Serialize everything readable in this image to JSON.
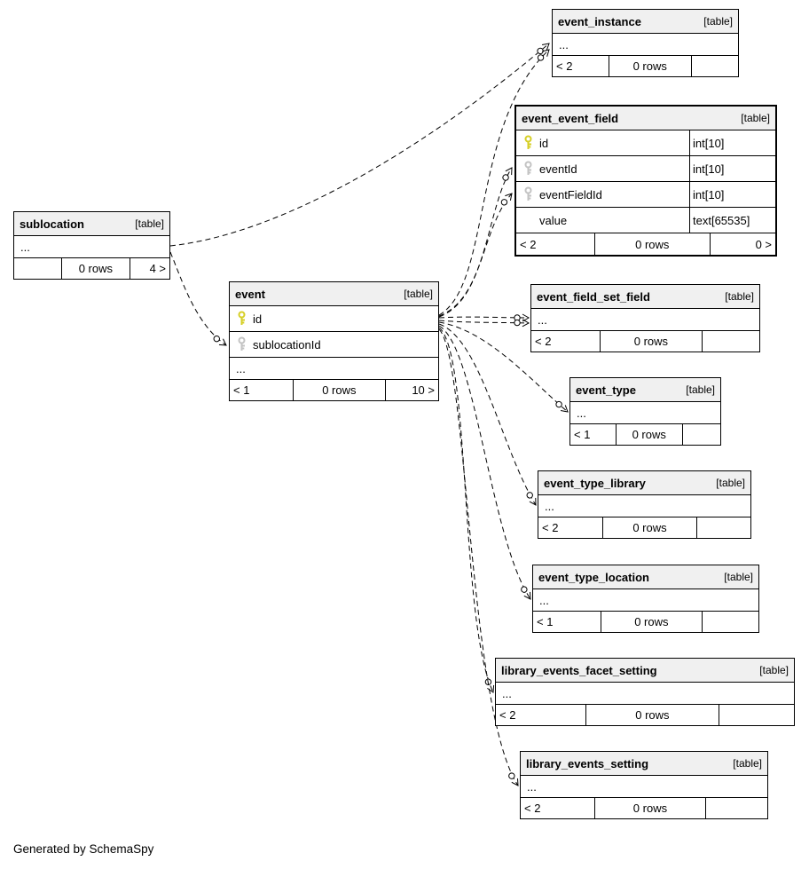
{
  "note": "Generated by SchemaSpy",
  "colors": {
    "primary_key": "#d6cf25",
    "foreign_key": "#c3c3c3",
    "header_bg": "#f0f0f0",
    "line": "#000000"
  },
  "tables": [
    {
      "name": "sublocation",
      "badge": "[table]",
      "columns": [
        {
          "name": "..."
        }
      ],
      "footer": {
        "left": "",
        "center": "0 rows",
        "right": "4 >"
      }
    },
    {
      "name": "event_instance",
      "badge": "[table]",
      "columns": [
        {
          "name": "..."
        }
      ],
      "footer": {
        "left": "< 2",
        "center": "0 rows",
        "right": ""
      }
    },
    {
      "name": "event_event_field",
      "badge": "[table]",
      "columns": [
        {
          "name": "id",
          "type": "int[10]",
          "key": "pk"
        },
        {
          "name": "eventId",
          "type": "int[10]",
          "key": "fk"
        },
        {
          "name": "eventFieldId",
          "type": "int[10]",
          "key": "fk"
        },
        {
          "name": "value",
          "type": "text[65535]",
          "key": "none"
        }
      ],
      "footer": {
        "left": "< 2",
        "center": "0 rows",
        "right": "0 >"
      }
    },
    {
      "name": "event",
      "badge": "[table]",
      "columns": [
        {
          "name": "id",
          "key": "pk"
        },
        {
          "name": "sublocationId",
          "key": "fk"
        },
        {
          "name": "..."
        }
      ],
      "footer": {
        "left": "< 1",
        "center": "0 rows",
        "right": "10 >"
      }
    },
    {
      "name": "event_field_set_field",
      "badge": "[table]",
      "columns": [
        {
          "name": "..."
        }
      ],
      "footer": {
        "left": "< 2",
        "center": "0 rows",
        "right": ""
      }
    },
    {
      "name": "event_type",
      "badge": "[table]",
      "columns": [
        {
          "name": "..."
        }
      ],
      "footer": {
        "left": "< 1",
        "center": "0 rows",
        "right": ""
      }
    },
    {
      "name": "event_type_library",
      "badge": "[table]",
      "columns": [
        {
          "name": "..."
        }
      ],
      "footer": {
        "left": "< 2",
        "center": "0 rows",
        "right": ""
      }
    },
    {
      "name": "event_type_location",
      "badge": "[table]",
      "columns": [
        {
          "name": "..."
        }
      ],
      "footer": {
        "left": "< 1",
        "center": "0 rows",
        "right": ""
      }
    },
    {
      "name": "library_events_facet_setting",
      "badge": "[table]",
      "columns": [
        {
          "name": "..."
        }
      ],
      "footer": {
        "left": "< 2",
        "center": "0 rows",
        "right": ""
      }
    },
    {
      "name": "library_events_setting",
      "badge": "[table]",
      "columns": [
        {
          "name": "..."
        }
      ],
      "footer": {
        "left": "< 2",
        "center": "0 rows",
        "right": ""
      }
    }
  ],
  "relationships": [
    {
      "from": "sublocation",
      "to": "event_instance"
    },
    {
      "from": "sublocation",
      "to": "event.sublocationId"
    },
    {
      "from": "event",
      "to": "event_instance"
    },
    {
      "from": "event",
      "to": "event_event_field.eventId"
    },
    {
      "from": "event",
      "to": "event_event_field.eventFieldId"
    },
    {
      "from": "event",
      "to": "event_field_set_field"
    },
    {
      "from": "event",
      "to": "event_field_set_field"
    },
    {
      "from": "event",
      "to": "event_type"
    },
    {
      "from": "event",
      "to": "event_type_library"
    },
    {
      "from": "event",
      "to": "event_type_location"
    },
    {
      "from": "event",
      "to": "library_events_facet_setting"
    },
    {
      "from": "event",
      "to": "library_events_setting"
    }
  ]
}
